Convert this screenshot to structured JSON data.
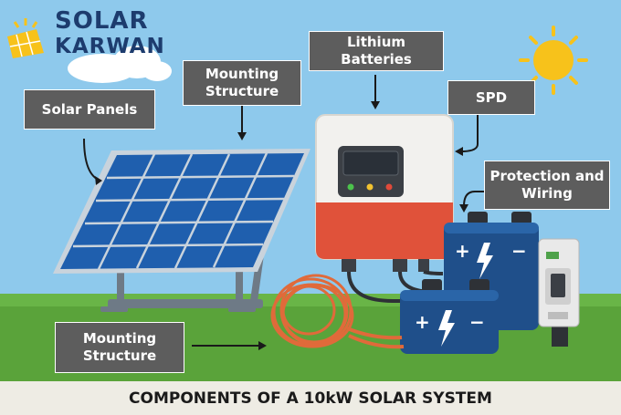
{
  "logo": {
    "line1": "SOLAR",
    "line2": "KARWAN"
  },
  "labels": {
    "solar_panels": "Solar Panels",
    "mounting_structure_top": "Mounting\nStructure",
    "lithium_batteries": "Lithium Batteries",
    "spd": "SPD",
    "protection_wiring": "Protection and\nWiring",
    "mounting_structure_bottom": "Mounting\nStructure"
  },
  "caption": "COMPONENTS OF A 10kW SOLAR SYSTEM",
  "colors": {
    "sky": "#8ec9ec",
    "grass": "#5aa33a",
    "label_bg": "#5d5d5d",
    "panel": "#1f5fae",
    "inverter_red": "#e0523a",
    "battery": "#1f4f8a",
    "cable": "#e06a3a",
    "sun": "#f7c21b",
    "logo": "#1d3c6e"
  }
}
